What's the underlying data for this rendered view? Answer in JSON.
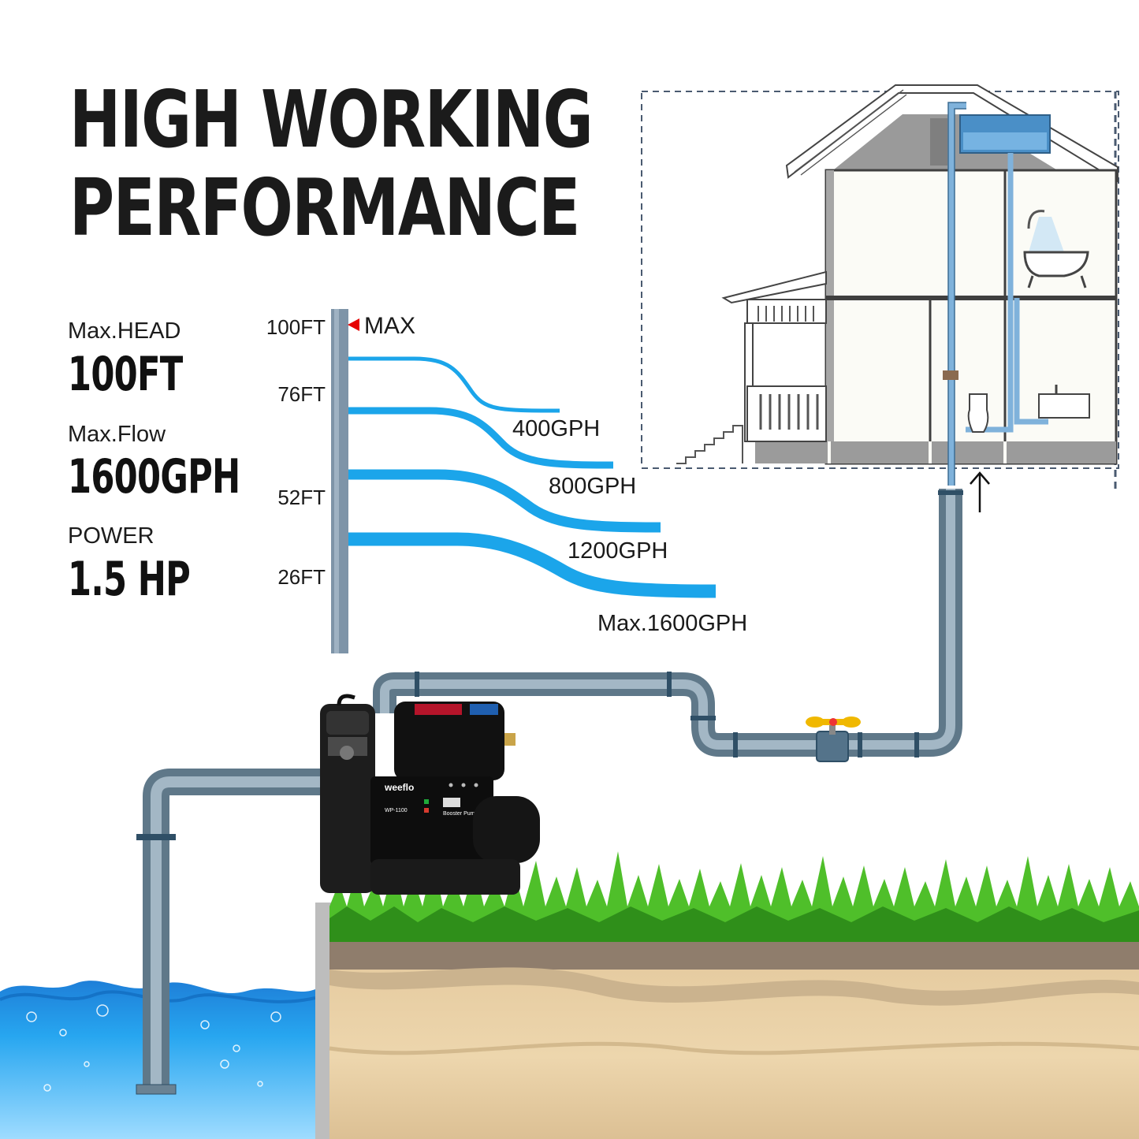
{
  "headline": {
    "line1": "HIGH WORKING",
    "line2": "PERFORMANCE"
  },
  "specs": [
    {
      "label": "Max.HEAD",
      "value": "100FT"
    },
    {
      "label": "Max.Flow",
      "value": "1600GPH"
    },
    {
      "label": "POWER",
      "value": "1.5 HP"
    }
  ],
  "gauge": {
    "ticks": [
      "100FT",
      "76FT",
      "52FT",
      "26FT"
    ],
    "max_label": "MAX",
    "flows": [
      "400GPH",
      "800GPH",
      "1200GPH",
      "Max.1600GPH"
    ]
  },
  "pump": {
    "brand": "weeflo",
    "model": "WP-1100",
    "panel_label": "Booster Pump"
  },
  "colors": {
    "water": "#1fa9ee",
    "pipe": "#7f97a8",
    "pipe_dark": "#2f4f66",
    "marker": "#e60000",
    "grass": "#4fbf2a",
    "soil": "#e8cfa4",
    "house_line": "#555555"
  }
}
